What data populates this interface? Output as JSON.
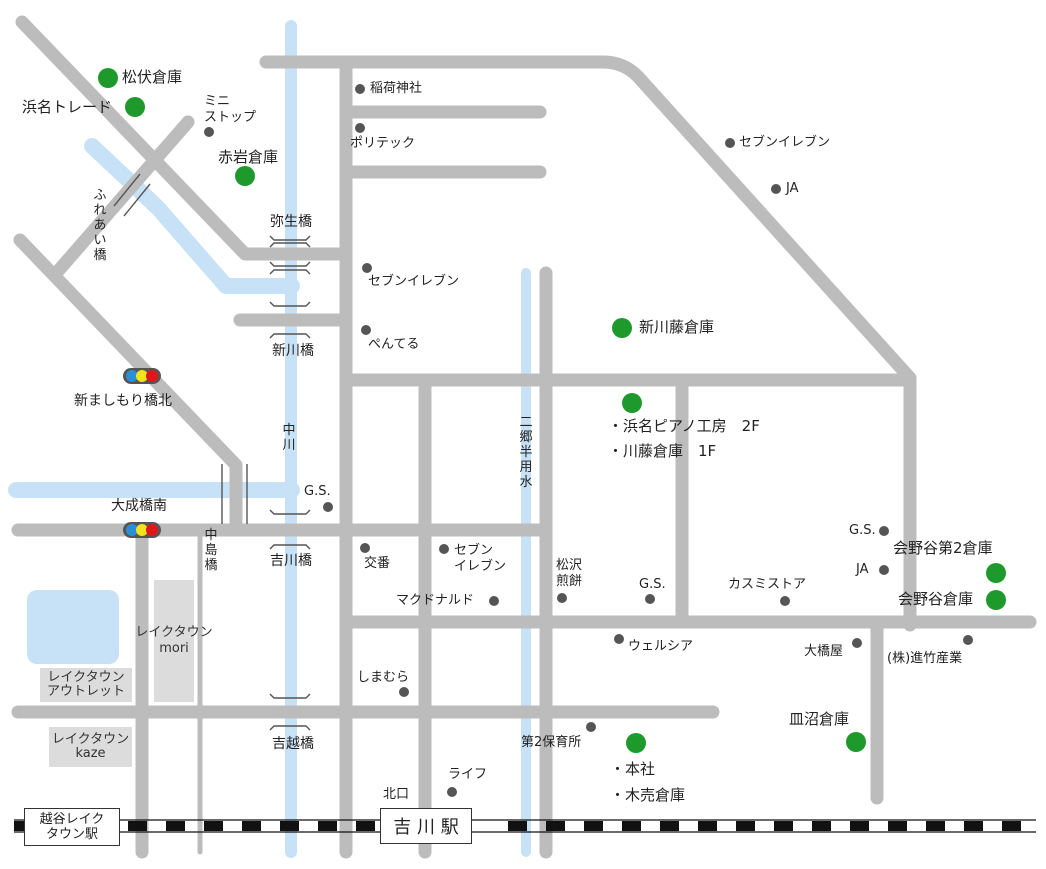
{
  "rivers": {
    "naka": "中\n川",
    "nigo": "二\n郷\n半\n用\n水"
  },
  "bridges": {
    "yayoi": "弥生橋",
    "shinkawa": "新川橋",
    "yoshikawa": "吉川橋",
    "yoshikoshi": "吉越橋",
    "fureai": "ふ\nれ\nあ\nい\n橋",
    "nakajima": "中\n島\n橋"
  },
  "intersections": {
    "shinmashimori": "新ましもり橋北",
    "ohnari": "大成橋南"
  },
  "warehouses": {
    "matsubushi": "松伏倉庫",
    "hamana_trade": "浜名トレード",
    "akaiwa": "赤岩倉庫",
    "shinkawafuji": "新川藤倉庫",
    "hamana_piano": "・浜名ピアノ工房　2F",
    "kawafuji": "・川藤倉庫　1F",
    "aiyadai2": "会野谷第2倉庫",
    "aiyadai": "会野谷倉庫",
    "saranuma": "皿沼倉庫",
    "honsha": "・本社",
    "kiuri": "・木売倉庫"
  },
  "landmarks": {
    "ministop": "ミニ\nストップ",
    "inari": "稲荷神社",
    "politec": "ポリテック",
    "seven_n": "セブンイレブン",
    "ja_n": "JA",
    "seven_mid": "セブンイレブン",
    "pentel": "ぺんてる",
    "gs_naka": "G.S.",
    "koban": "交番",
    "seven_s": "セブン\nイレブン",
    "mcd": "マクドナルド",
    "matsuzawa": "松沢\n煎餅",
    "gs_s": "G.S.",
    "kasumi": "カスミストア",
    "gs_e": "G.S.",
    "ja_e": "JA",
    "welcia": "ウェルシア",
    "ohashiya": "大橋屋",
    "shinchiku": "(株)進竹産業",
    "shimamura": "しまむら",
    "hoikusho": "第2保育所",
    "life": "ライフ",
    "kitaguchi": "北口"
  },
  "areas": {
    "laketown_outlet": "レイクタウン\nアウトレット",
    "laketown_kaze": "レイクタウン\nkaze",
    "laketown_mori": "レイクタウン\nmori"
  },
  "stations": {
    "yoshikawa": "吉 川 駅",
    "koshigaya": "越谷レイク\nタウン駅"
  },
  "colors": {
    "road": "#bcbcbc",
    "river": "#c7e1f6",
    "warehouse": "#1e9a2c",
    "landmark": "#555555",
    "rail": "#111111",
    "area": "#dcdcdc",
    "signal_blue": "#2b8fd6",
    "signal_yellow": "#f2e31b",
    "signal_red": "#e0161b"
  }
}
